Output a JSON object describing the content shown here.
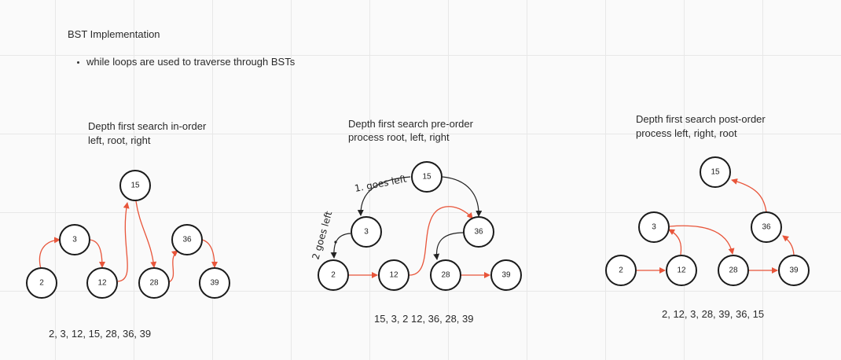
{
  "title": "BST Implementation",
  "bullet": "while loops are used to traverse through BSTs",
  "diagrams": [
    {
      "heading": "Depth first search in-order",
      "subheading": "left, root, right",
      "result": "2, 3, 12, 15, 28, 36, 39",
      "nodes": [
        "15",
        "3",
        "36",
        "2",
        "12",
        "28",
        "39"
      ]
    },
    {
      "heading": "Depth first search pre-order",
      "subheading": "process root, left, right",
      "result": "15, 3, 2 12, 36, 28, 39",
      "nodes": [
        "15",
        "3",
        "36",
        "2",
        "12",
        "28",
        "39"
      ],
      "annotations": [
        "1. goes left",
        "2 goes left"
      ]
    },
    {
      "heading": "Depth first search post-order",
      "subheading": "process left, right, root",
      "result": "2, 12, 3, 28, 39, 36, 15",
      "nodes": [
        "15",
        "3",
        "36",
        "2",
        "12",
        "28",
        "39"
      ]
    }
  ],
  "colors": {
    "arrow_red": "#e8553a",
    "arrow_dark": "#222222",
    "node_stroke": "#1a1a1a"
  }
}
